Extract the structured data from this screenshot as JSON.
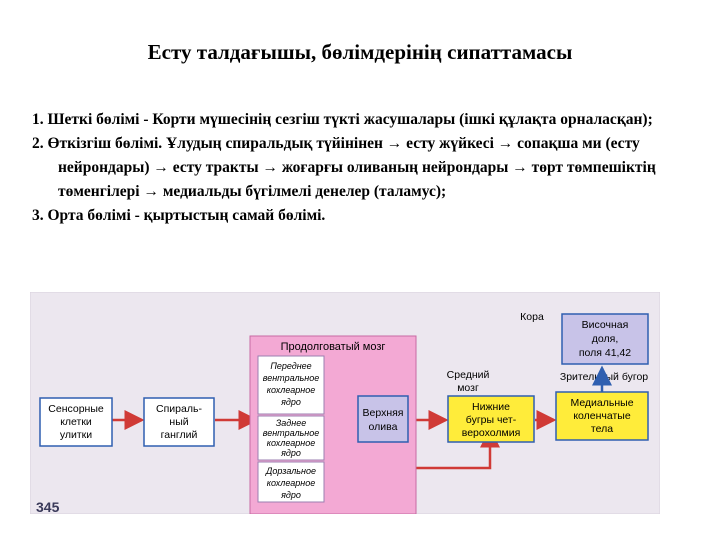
{
  "slide": {
    "title": "Есту талдағышы, бөлімдерінің сипаттамасы",
    "items": [
      "1. Шеткі бөлімі - Корти мүшесінің сезгіш түкті жасушалары (ішкі құлақта орналасқан);",
      "2. Өткізгіш бөлімі. Ұлудың спиральдық түйінінен → есту жүйкесі → сопақша ми (есту нейрондары) → есту тракты → жоғарғы оливаның нейрондары → төрт төмпешіктің төменгілері → медиальды бүгілмелі денелер (таламус);",
      "3. Орта бөлімі - қыртыстың самай бөлімі."
    ]
  },
  "diagram": {
    "colors": {
      "pink": "#f3a9d4",
      "yellow": "#ffec3a",
      "lilac": "#c8c3e8",
      "arrow": "#d03a36",
      "blue": "#2f5fb0",
      "bg": "#ece7ef"
    },
    "box_sensory": [
      "Сенсорные",
      "клетки",
      "улитки"
    ],
    "box_spiral": [
      "Спираль-",
      "ный",
      "ганглий"
    ],
    "medulla_title": "Продолговатый мозг",
    "nucleus_1": [
      "Переднее",
      "вентральное",
      "кохлеарное",
      "ядро"
    ],
    "nucleus_2": [
      "Заднее",
      "вентральное",
      "кохлеарное",
      "ядро"
    ],
    "nucleus_3": [
      "Дорзальное",
      "кохлеарное",
      "ядро"
    ],
    "box_olive": [
      "Верхняя",
      "олива"
    ],
    "label_midbrain": [
      "Средний",
      "мозг"
    ],
    "box_colliculi": [
      "Нижние",
      "бугры чет-",
      "верохолмия"
    ],
    "label_thalamus": "Зрительный бугор",
    "box_geniculate": [
      "Медиальные",
      "коленчатые",
      "тела"
    ],
    "label_cortex": "Кора",
    "box_temporal": [
      "Височная",
      "доля,",
      "поля 41,42"
    ],
    "page_number": "345"
  }
}
